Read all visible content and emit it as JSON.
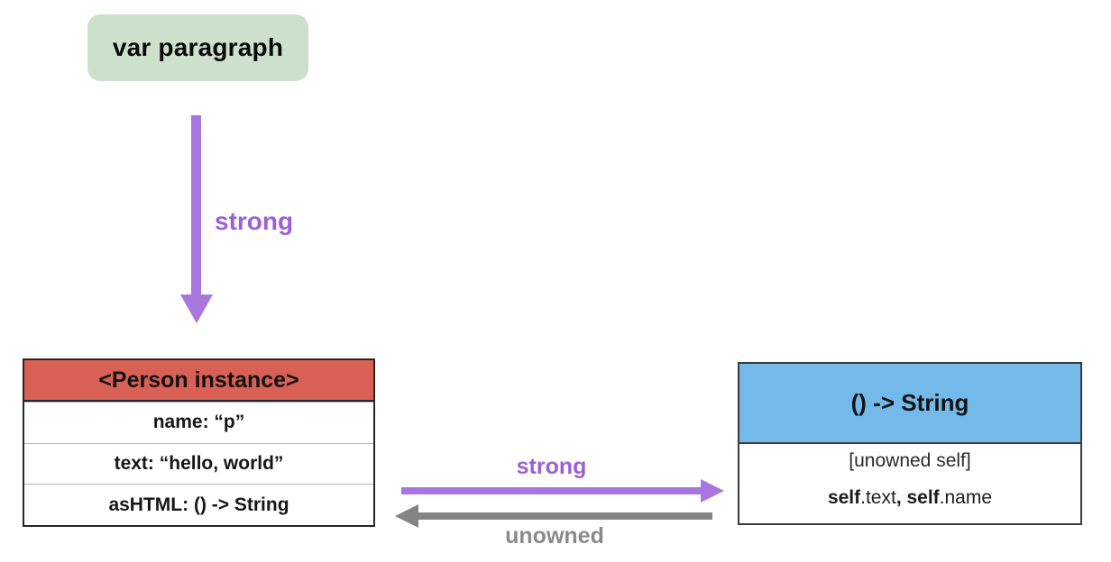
{
  "colors": {
    "green_box": "#cde0cc",
    "red_header": "#d96055",
    "blue_header": "#73b9e9",
    "purple_arrow": "#a877dd",
    "purple_text": "#9d60d4",
    "gray_arrow": "#848484",
    "gray_text": "#8a8a8a"
  },
  "var_box": {
    "label": "var paragraph"
  },
  "vertical_arrow": {
    "label": "strong"
  },
  "person_table": {
    "header": "<Person instance>",
    "rows": [
      "name: “p”",
      "text: “hello, world”",
      "asHTML: () -> String"
    ]
  },
  "closure_box": {
    "header": "() -> String",
    "capture_list": "[unowned self]",
    "refs": {
      "b1": "self",
      "r1": ".text",
      "b2": ", self",
      "r2": ".name"
    }
  },
  "strong_arrow": {
    "label": "strong"
  },
  "unowned_arrow": {
    "label": "unowned"
  }
}
